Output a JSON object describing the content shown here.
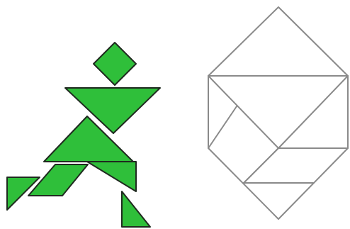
{
  "colors": {
    "background": "#ffffff",
    "piece_fill": "#2fbf3a",
    "piece_stroke": "#1f2a1f",
    "outline_stroke": "#8a8a8a"
  },
  "left_figure": {
    "pieces": [
      {
        "id": "head-square",
        "shape": "square"
      },
      {
        "id": "shoulder-triangle",
        "shape": "large-triangle"
      },
      {
        "id": "torso-triangle",
        "shape": "large-triangle"
      },
      {
        "id": "hip-triangle",
        "shape": "medium-triangle"
      },
      {
        "id": "back-leg-parallelogram",
        "shape": "parallelogram"
      },
      {
        "id": "back-foot-triangle",
        "shape": "small-triangle"
      },
      {
        "id": "front-leg-triangle",
        "shape": "small-triangle"
      }
    ]
  },
  "right_figure": {
    "pieces": [
      {
        "id": "top-large-triangle",
        "shape": "large-triangle"
      },
      {
        "id": "left-outline-triangle",
        "shape": "large-triangle"
      },
      {
        "id": "inner-square",
        "shape": "square"
      },
      {
        "id": "right-medium-triangle",
        "shape": "medium-triangle"
      },
      {
        "id": "left-small-triangle",
        "shape": "small-triangle"
      },
      {
        "id": "parallelogram",
        "shape": "parallelogram"
      },
      {
        "id": "bottom-small-triangle",
        "shape": "small-triangle"
      }
    ]
  }
}
